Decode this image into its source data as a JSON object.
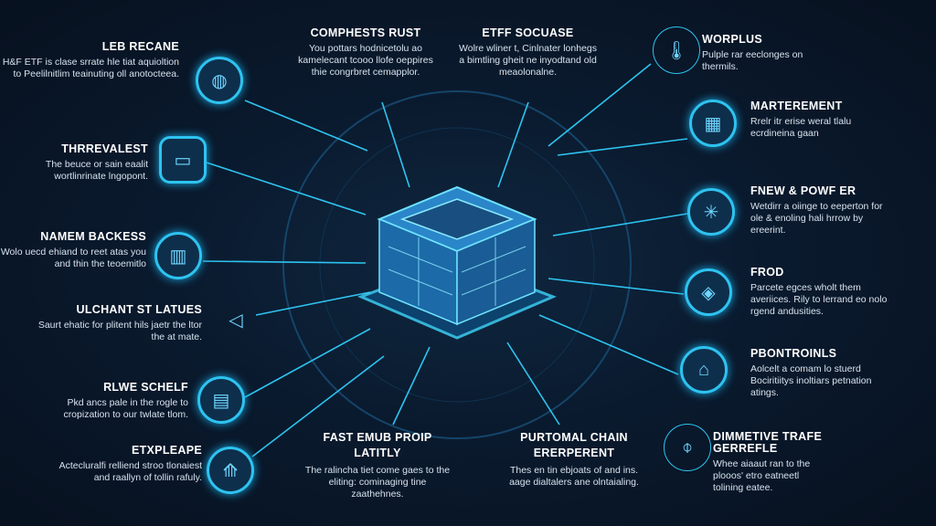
{
  "left": [
    {
      "title": "LEB RECANE",
      "text": "H&F ETF is clase srrate hle tiat aquioltion to Peelilnitlim teainuting oll anotocteea.",
      "icon": "globe-icon"
    },
    {
      "title": "THRREVALEST",
      "text": "The beuce or sain eaalit wortlinrinate lngopont.",
      "icon": "monitor-icon"
    },
    {
      "title": "NAMEM BACKESS",
      "text": "Wolo uecd ehiand to reet atas you and thin the teoemitlo",
      "icon": "city-icon"
    },
    {
      "title": "ULCHANT ST LATUES",
      "text": "Saurt ehatic for plitent hils jaetr the ltor the at mate.",
      "icon": "triangle-icon"
    },
    {
      "title": "RLWE SCHELF",
      "text": "Pkd ancs pale in the rogle to cropization to our twlate tlom.",
      "icon": "document-icon"
    },
    {
      "title": "ETXPLEAPE",
      "text": "Actecluralfi relliend stroo tlonaiest and raallyn of tollin rafuly.",
      "icon": "tower-icon"
    }
  ],
  "top": [
    {
      "title": "COMPHESTS RUST",
      "text": "You pottars hodnicetolu ao kamelecant tcooo llofe oeppires thie congrbret cemapplor."
    },
    {
      "title": "ETFF SOCUASE",
      "text": "Wolre wliner t, Cinlnater lonhegs a bimtling gheit ne inyodtand old meaolonalne."
    }
  ],
  "right": [
    {
      "title": "WORPLUS",
      "text": "Pulple rar eeclonges on thermils.",
      "icon": "thermometer-icon"
    },
    {
      "title": "MARTEREMENT",
      "text": "Rrelr itr erise weral tlalu ecrdineina gaan",
      "icon": "chart-icon"
    },
    {
      "title": "FNEW & POWF ER",
      "text": "Wetdirr a oiinge to eeperton for ole & enoling hali hrrow by ereerint.",
      "icon": "network-icon"
    },
    {
      "title": "FROD",
      "text": "Parcete egces wholt them averiices. Rily to lerrand eo nolo rgend andusities.",
      "icon": "box-icon"
    },
    {
      "title": "PBONTROINLS",
      "text": "Aolcelt a comam lo stuerd Bociritiitys inoltiars petnation atings.",
      "icon": "bank-icon"
    },
    {
      "title": "DIMMETIVE TRAFE GERREFLE",
      "text": "Whee aiaaut ran to the plooos' etro eatneetl tolining eatee.",
      "icon": "clip-icon"
    }
  ],
  "bottom": [
    {
      "title": "FAST EMUB PROIP LATITLY",
      "text": "The ralincha tiet come gaes to the eliting: cominaging tine zaathehnes."
    },
    {
      "title": "PURTOMAL CHAIN ERERPERENT",
      "text": "Thes en tin ebjoats of and ins. aage dialtalers ane olntaialing."
    }
  ],
  "colors": {
    "accent": "#2ec3f0",
    "background": "#0a1a2e"
  }
}
